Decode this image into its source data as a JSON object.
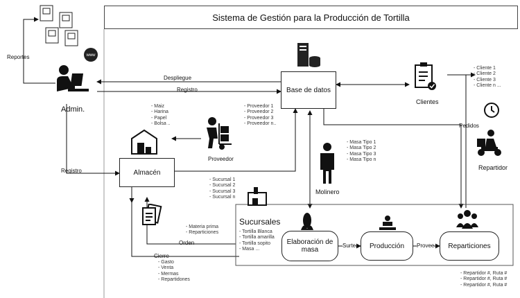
{
  "title": "Sistema de Gestión para la Producción de Tortilla",
  "nodes": {
    "admin": "Admin.",
    "base": "Base de datos",
    "clientes": "Clientes",
    "almacen": "Almacén",
    "proveedor": "Proveedor",
    "molinero": "Molinero",
    "repartidor": "Repartidor",
    "sucursales": "Sucursales",
    "elaboracion_1": "Elaboración de",
    "elaboracion_2": "masa",
    "produccion": "Producción",
    "reparticiones": "Reparticiones"
  },
  "edges": {
    "reportes": "Reportes",
    "despliegue": "Despliegue",
    "registro_top": "Registro",
    "registro_left": "Registro",
    "pedidos": "Pedidos",
    "orden": "Orden",
    "cierre": "Cierre",
    "surte": "Surte",
    "provee": "Provee"
  },
  "lists": {
    "insumos": [
      "- Maiz",
      "- Harina",
      "- Papel",
      "- Bolsa .."
    ],
    "proveedores": [
      "- Proveedor 1",
      "- Proveedor 2",
      "- Proveedor 3",
      "- Proveedor n.."
    ],
    "clientes": [
      "- Cliente 1",
      "- Cliente 2",
      "- Cliente 3",
      "- Cliente n ..."
    ],
    "masas": [
      "- Masa Tipo 1",
      "- Masa Tipo 2",
      "- Masa Tipo 3",
      "- Masa Tipo n"
    ],
    "sucursales": [
      "- Sucursal 1",
      "- Sucursal 2",
      "- Sucursal 3",
      "- Sucursal n"
    ],
    "materia": [
      "- Materia prima",
      "- Reparticiones"
    ],
    "tortillas": [
      "- Tortilla Blanca",
      "- Tortilla amarilla",
      "- Tortilla sopito",
      "- Masa ..."
    ],
    "cierre": [
      "- Gasto",
      "- Venta",
      "- Mermas",
      "- Repartidones"
    ],
    "repartidores": [
      "- Repartidor #, Ruta #",
      "- Repartidor #, Ruta #",
      "- Repartidor #, Ruta #"
    ]
  }
}
